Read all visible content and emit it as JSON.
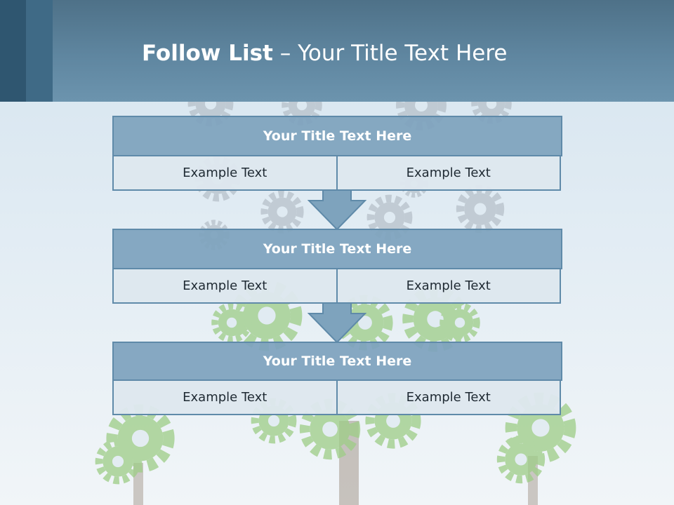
{
  "header": {
    "title_bold": "Follow List",
    "title_rest": " – Your Title Text Here"
  },
  "blocks": [
    {
      "title": "Your Title Text Here",
      "cells": [
        "Example Text",
        "Example Text"
      ]
    },
    {
      "title": "Your Title Text Here",
      "cells": [
        "Example Text",
        "Example Text"
      ]
    },
    {
      "title": "Your Title Text Here",
      "cells": [
        "Example Text",
        "Example Text"
      ]
    }
  ],
  "colors": {
    "header": "#5f86a0",
    "accent_dark": "#2f5670",
    "box_title": "#7ea3bd",
    "box_border": "#5f8aa9",
    "cell_bg": "#dee7ee",
    "gear_green": "#8cc47a"
  },
  "icons": [
    "gear-icon",
    "down-arrow-icon"
  ]
}
